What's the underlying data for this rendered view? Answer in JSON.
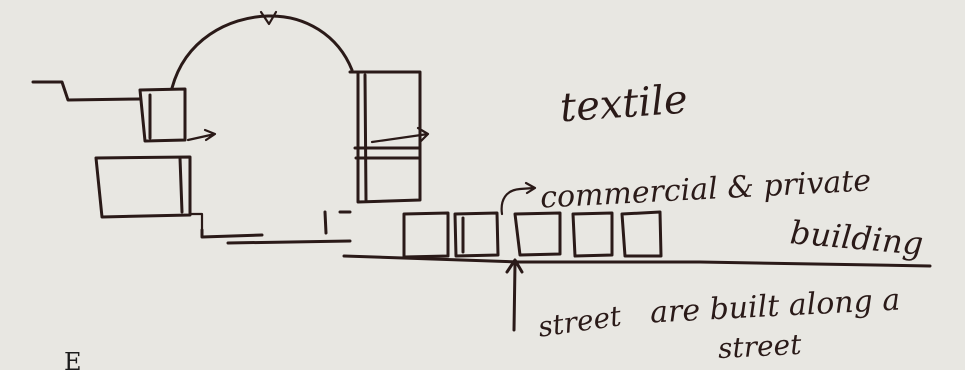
{
  "annotations": {
    "textile": "textile",
    "commercial": "commercial & private",
    "building": "building",
    "street_left": "street",
    "built_along": "are built along a",
    "street_bottom": "street"
  },
  "figure_letter": "E"
}
